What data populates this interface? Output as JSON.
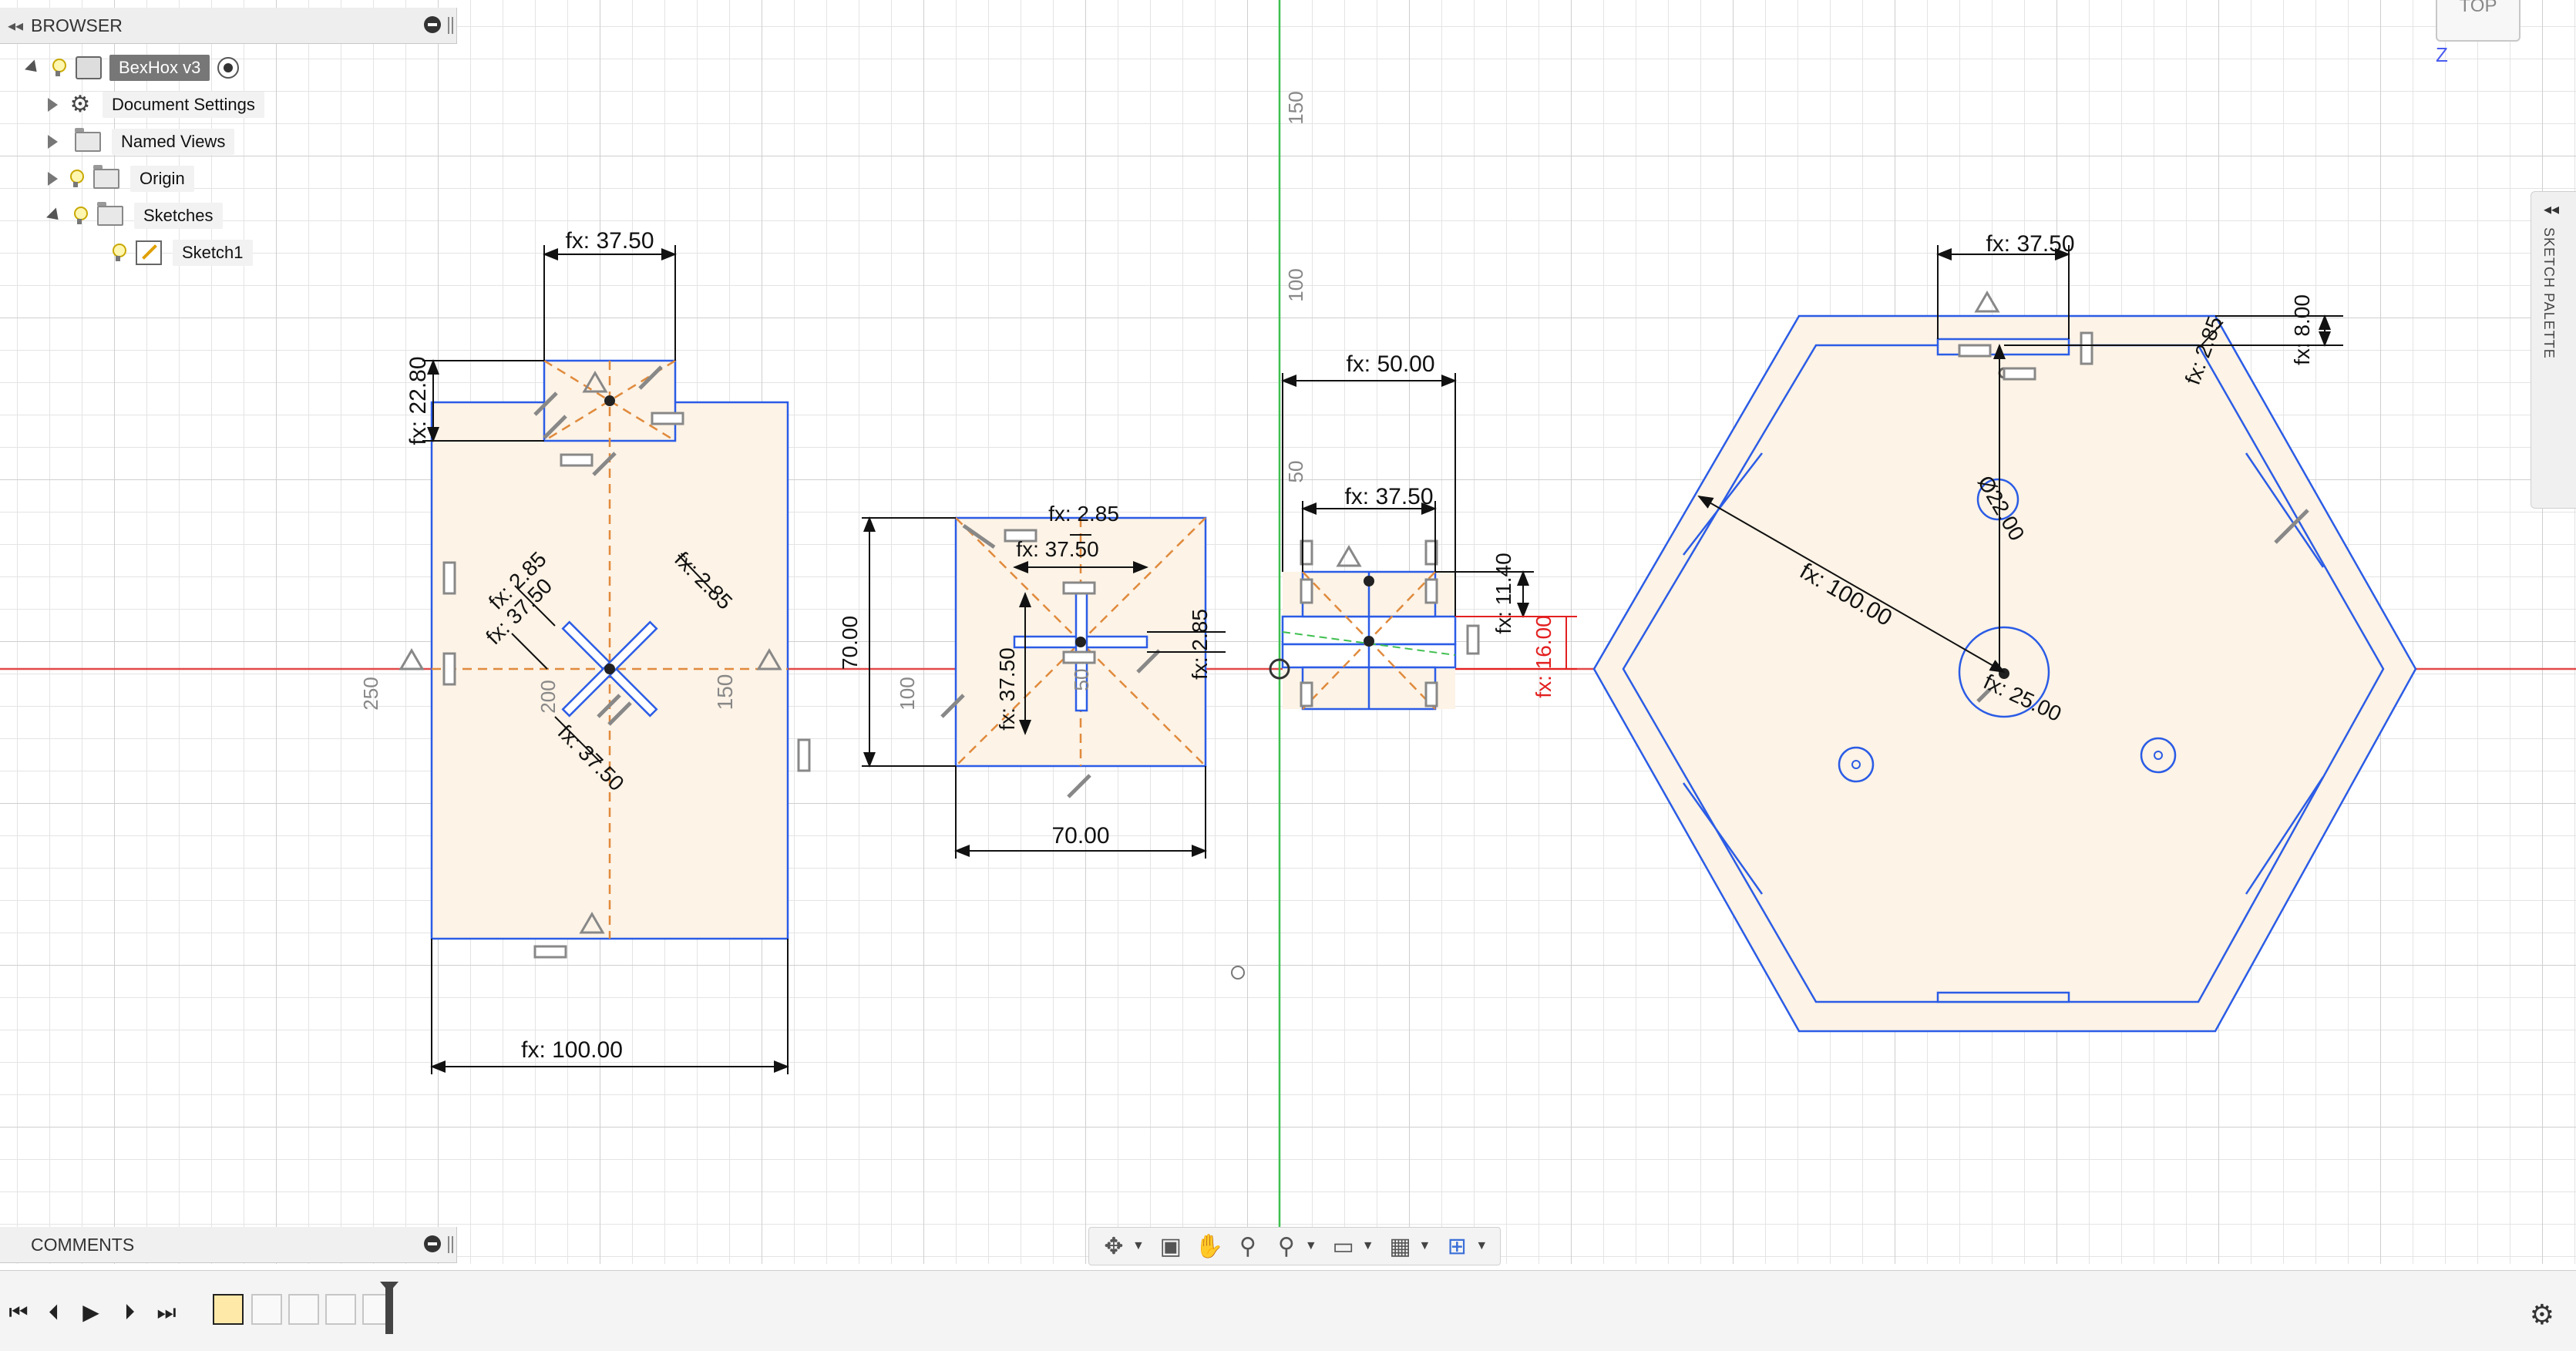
{
  "browser": {
    "title": "BROWSER",
    "component": "BexHox v3",
    "items": [
      {
        "label": "Document Settings"
      },
      {
        "label": "Named Views"
      },
      {
        "label": "Origin"
      },
      {
        "label": "Sketches"
      },
      {
        "label": "Sketch1"
      }
    ]
  },
  "comments": {
    "title": "COMMENTS"
  },
  "palette": {
    "label": "SKETCH PALETTE"
  },
  "viewcube": {
    "label": "TOP",
    "axis": "Z"
  },
  "colors": {
    "fill": "#fdf3e6",
    "outline": "#2b5ce6",
    "construction": "#e08a3c",
    "axis_red": "#e34848",
    "axis_green": "#3fbf4f",
    "dim_red": "#e32020"
  },
  "ruler": {
    "v150": "150",
    "v100": "100",
    "v50": "50",
    "h250": "250"
  },
  "dims": {
    "d1": "fx: 37.50",
    "d2": "fx: 22.80",
    "d3": "fx: 2.85",
    "d4": "fx: 37.50",
    "d5": "fx: 2.85",
    "d6": "fx: 37.50",
    "d7": "200",
    "d8": "150",
    "d9": "fx: 100.00",
    "d10": "fx: 2.85",
    "d11": "fx: 37.50",
    "d12": "70.00",
    "d13": "100",
    "d14": "fx: 37.50",
    "d15": "50",
    "d16": "fx: 2.85",
    "d17": "70.00",
    "d18": "fx: 50.00",
    "d19": "fx: 37.50",
    "d20": "fx: 11.40",
    "d21": "fx: 16.00",
    "d22": "fx: 37.50",
    "d23": "fx: 2.85",
    "d24": "fx: 8.00",
    "d25": "fx: 100.00",
    "d26": "Ø22.00",
    "d27": "fx: 25.00"
  }
}
